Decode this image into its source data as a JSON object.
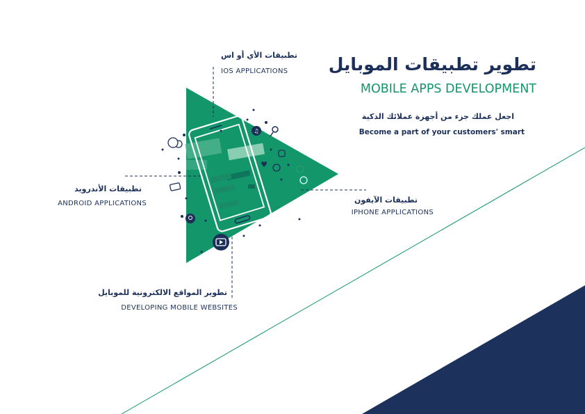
{
  "header": {
    "title_ar": "تطوير تطبيقات الموبايل",
    "title_en": "MOBILE APPS DEVELOPMENT",
    "subtitle_ar": "اجعل عملك جزء من أجهزة عملائك الذكية",
    "subtitle_en": "Become a part of your customers' smart"
  },
  "labels": {
    "ios": {
      "ar": "تطبيقات الأي أو اس",
      "en": "IOS APPLICATIONS"
    },
    "android": {
      "ar": "تطبيقات الأندرويد",
      "en": "ANDROID APPLICATIONS"
    },
    "iphone": {
      "ar": "تطبيقات الآيفون",
      "en": "IPHONE APPLICATIONS"
    },
    "websites": {
      "ar": "تطوير المواقع الالكترونية للموبايل",
      "en": "DEVELOPING MOBILE WEBSITES"
    }
  },
  "colors": {
    "green": "#13966a",
    "navy": "#1c315b"
  }
}
